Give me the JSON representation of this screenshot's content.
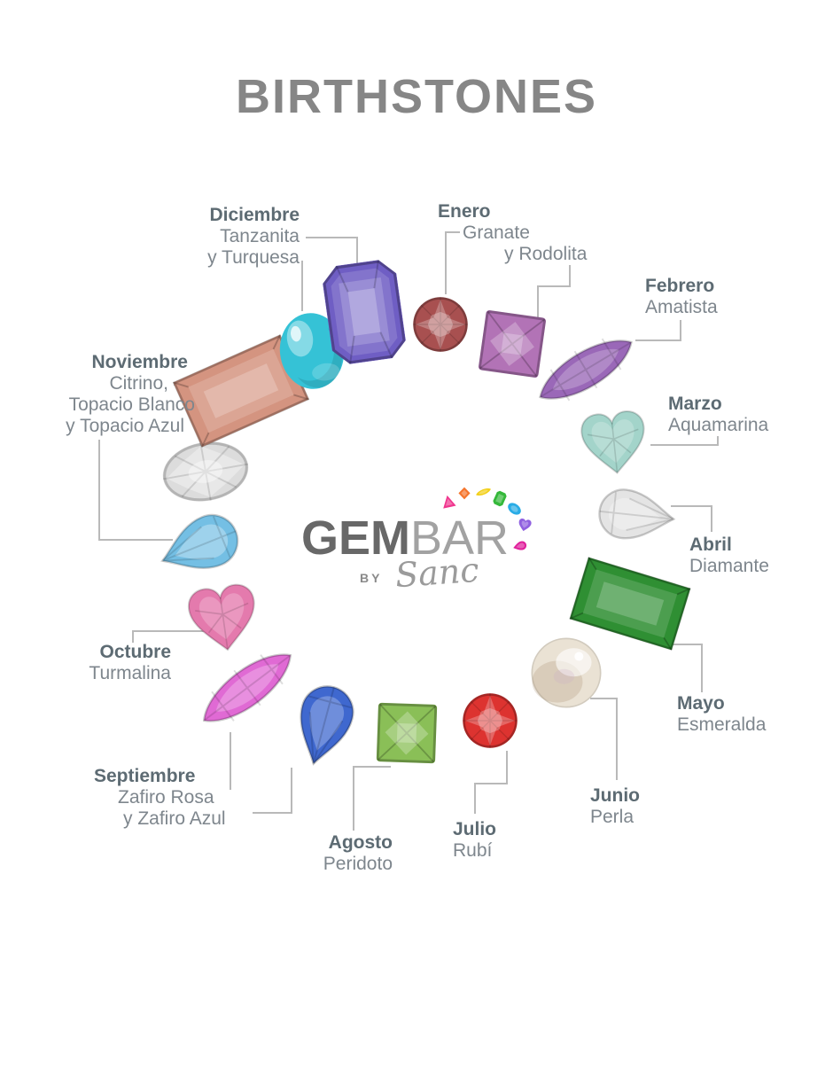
{
  "title": "BIRTHSTONES",
  "logo": {
    "gem": "GEM",
    "bar": "BAR",
    "by": "BY",
    "signature": "Sanc",
    "arc": [
      {
        "name": "pink-triangle-gem",
        "color": "#f0368e"
      },
      {
        "name": "orange-diamond-gem",
        "color": "#f5752c"
      },
      {
        "name": "yellow-marquise-gem",
        "color": "#f2cf17"
      },
      {
        "name": "green-emerald-gem",
        "color": "#35b83a"
      },
      {
        "name": "blue-oval-gem",
        "color": "#29ace6"
      },
      {
        "name": "purple-heart-gem",
        "color": "#9061e0"
      },
      {
        "name": "magenta-pear-gem",
        "color": "#e0219c"
      }
    ]
  },
  "wheel": [
    {
      "id": "enero",
      "month": "Enero",
      "stones": [
        "Granate",
        "y Rodolita"
      ],
      "gems": [
        {
          "name": "granate",
          "shape": "round",
          "color": "#a85050"
        },
        {
          "name": "rodolita",
          "shape": "princess",
          "color": "#b273b6"
        }
      ]
    },
    {
      "id": "febrero",
      "month": "Febrero",
      "stones": [
        "Amatista"
      ],
      "gems": [
        {
          "name": "amatista",
          "shape": "marquise",
          "color": "#9a68b8"
        }
      ]
    },
    {
      "id": "marzo",
      "month": "Marzo",
      "stones": [
        "Aquamarina"
      ],
      "gems": [
        {
          "name": "aquamarina",
          "shape": "heart",
          "color": "#a3d4ca"
        }
      ]
    },
    {
      "id": "abril",
      "month": "Abril",
      "stones": [
        "Diamante"
      ],
      "gems": [
        {
          "name": "diamante",
          "shape": "pear",
          "color": "#e4e4e4"
        }
      ]
    },
    {
      "id": "mayo",
      "month": "Mayo",
      "stones": [
        "Esmeralda"
      ],
      "gems": [
        {
          "name": "esmeralda",
          "shape": "baguette",
          "color": "#2f8f33"
        }
      ]
    },
    {
      "id": "junio",
      "month": "Junio",
      "stones": [
        "Perla"
      ],
      "gems": [
        {
          "name": "perla",
          "shape": "pearl",
          "color": "#eae2d4"
        }
      ]
    },
    {
      "id": "julio",
      "month": "Julio",
      "stones": [
        "Rubí"
      ],
      "gems": [
        {
          "name": "rubi",
          "shape": "round",
          "color": "#dd3330"
        }
      ]
    },
    {
      "id": "agosto",
      "month": "Agosto",
      "stones": [
        "Peridoto"
      ],
      "gems": [
        {
          "name": "peridoto",
          "shape": "princess",
          "color": "#8abf57"
        }
      ]
    },
    {
      "id": "septiembre",
      "month": "Septiembre",
      "stones": [
        "Zafiro Rosa",
        "y Zafiro Azul"
      ],
      "gems": [
        {
          "name": "zafiro-rosa",
          "shape": "marquise",
          "color": "#e06ad4"
        },
        {
          "name": "zafiro-azul",
          "shape": "pear",
          "color": "#3f68cf"
        }
      ]
    },
    {
      "id": "octubre",
      "month": "Octubre",
      "stones": [
        "Turmalina"
      ],
      "gems": [
        {
          "name": "turmalina",
          "shape": "heart",
          "color": "#e47aad"
        }
      ]
    },
    {
      "id": "noviembre",
      "month": "Noviembre",
      "stones": [
        "Citrino,",
        "Topacio Blanco",
        "y Topacio Azul"
      ],
      "gems": [
        {
          "name": "citrino",
          "shape": "baguette",
          "color": "#d49480"
        },
        {
          "name": "topacio-blanco",
          "shape": "oval",
          "color": "#dcdcdc"
        },
        {
          "name": "topacio-azul",
          "shape": "pear",
          "color": "#74bfe4"
        }
      ]
    },
    {
      "id": "diciembre",
      "month": "Diciembre",
      "stones": [
        "Tanzanita",
        "y Turquesa"
      ],
      "gems": [
        {
          "name": "tanzanita",
          "shape": "emerald-cut",
          "color": "#6f5ec4"
        },
        {
          "name": "turquesa",
          "shape": "cabochon",
          "color": "#35c2d6"
        }
      ]
    }
  ],
  "palette": {
    "title_text": "#868686",
    "month_text": "#5d6b73",
    "stone_text": "#7e868d",
    "connector_line": "#b9b9b9"
  }
}
